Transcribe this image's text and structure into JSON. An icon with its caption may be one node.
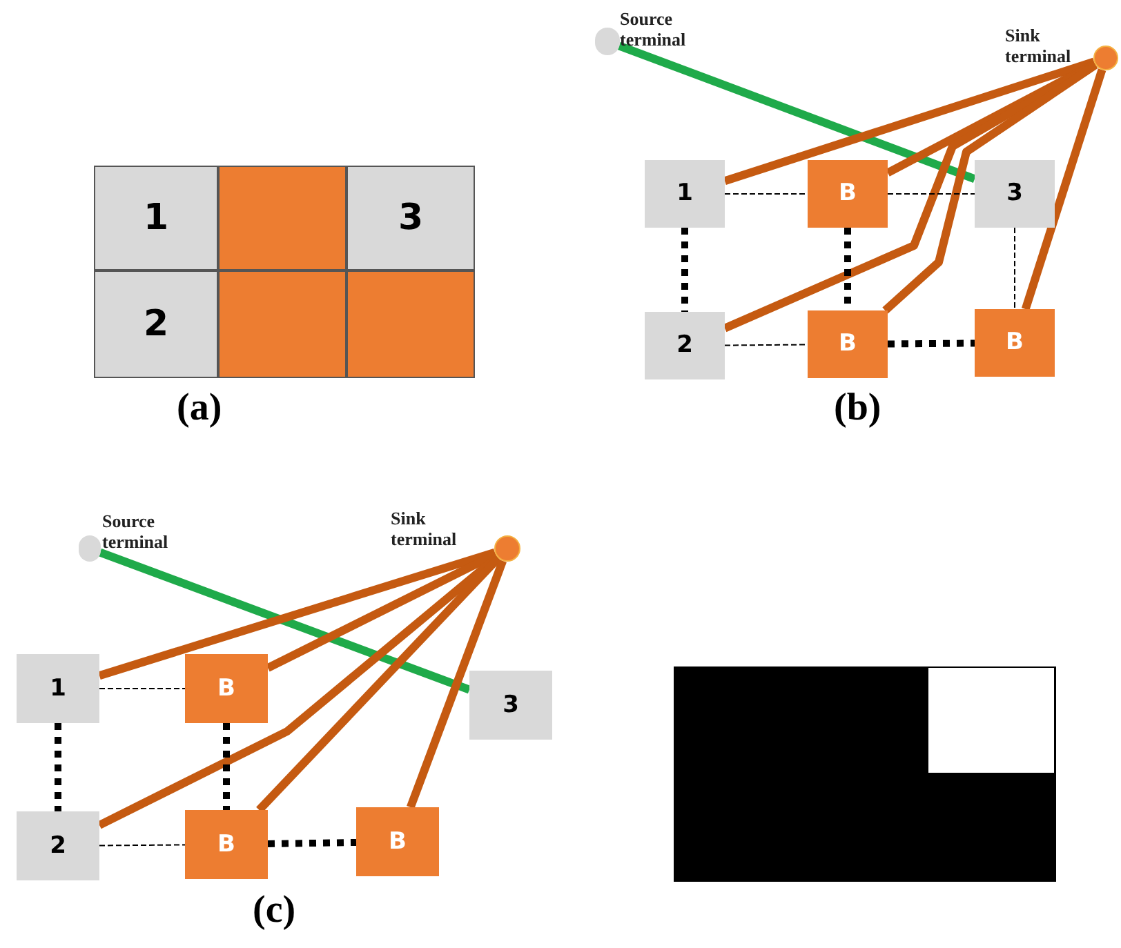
{
  "diagram": {
    "nodes": [
      {
        "text": [
          "1"
        ]
      },
      {
        "text": [],
        "shape": "box"
      },
      {
        "text": [
          "3"
        ]
      },
      {
        "text": [
          "2"
        ]
      },
      {
        "text": [],
        "shape": "box"
      },
      {
        "text": [],
        "shape": "box"
      },
      {
        "text": [],
        "shape": "circle",
        "beside": [
          "Source terminal"
        ]
      },
      {
        "text": [],
        "shape": "circle",
        "beside": [
          "Sink terminal"
        ]
      },
      {
        "text": [
          "1"
        ]
      },
      {
        "text": [
          "B"
        ]
      },
      {
        "text": [
          "3"
        ]
      },
      {
        "text": [
          "2"
        ]
      },
      {
        "text": [
          "B"
        ]
      },
      {
        "text": [
          "B"
        ]
      },
      {
        "text": [],
        "shape": "circle",
        "beside": [
          "Source terminal"
        ]
      },
      {
        "text": [],
        "shape": "circle",
        "beside": [
          "Sink terminal"
        ]
      },
      {
        "text": [
          "1"
        ]
      },
      {
        "text": [
          "B"
        ]
      },
      {
        "text": [
          "3"
        ]
      },
      {
        "text": [
          "2"
        ]
      },
      {
        "text": [
          "B"
        ]
      },
      {
        "text": [
          "B"
        ]
      }
    ],
    "edges": [
      {
        "from": 6,
        "to": 10,
        "arrow": "none",
        "color": "#1faa4a"
      },
      {
        "from": 7,
        "to": 8,
        "arrow": "none",
        "color": "#c55a11"
      },
      {
        "from": 7,
        "to": 9,
        "arrow": "none",
        "color": "#c55a11"
      },
      {
        "from": 7,
        "to": 11,
        "arrow": "none",
        "color": "#c55a11"
      },
      {
        "from": 7,
        "to": 12,
        "arrow": "none",
        "color": "#c55a11"
      },
      {
        "from": 7,
        "to": 13,
        "arrow": "none",
        "color": "#c55a11"
      },
      {
        "from": 8,
        "to": 9,
        "arrow": "none",
        "style": "dashed"
      },
      {
        "from": 9,
        "to": 10,
        "arrow": "none",
        "style": "dashed"
      },
      {
        "from": 10,
        "to": 13,
        "arrow": "none",
        "style": "dashed"
      },
      {
        "from": 11,
        "to": 12,
        "arrow": "none",
        "style": "dashed"
      },
      {
        "from": 8,
        "to": 11,
        "arrow": "none",
        "style": "dashed"
      },
      {
        "from": 9,
        "to": 12,
        "arrow": "none",
        "style": "dashed"
      },
      {
        "from": 12,
        "to": 13,
        "arrow": "none",
        "style": "dashed"
      },
      {
        "from": 14,
        "to": 18,
        "arrow": "none",
        "color": "#1faa4a"
      },
      {
        "from": 15,
        "to": 16,
        "arrow": "none",
        "color": "#c55a11"
      },
      {
        "from": 15,
        "to": 17,
        "arrow": "none",
        "color": "#c55a11"
      },
      {
        "from": 15,
        "to": 19,
        "arrow": "none",
        "color": "#c55a11"
      },
      {
        "from": 15,
        "to": 20,
        "arrow": "none",
        "color": "#c55a11"
      },
      {
        "from": 15,
        "to": 21,
        "arrow": "none",
        "color": "#c55a11"
      },
      {
        "from": 16,
        "to": 17,
        "arrow": "none",
        "style": "dashed"
      },
      {
        "from": 19,
        "to": 20,
        "arrow": "none",
        "style": "dashed"
      },
      {
        "from": 16,
        "to": 19,
        "arrow": "none",
        "style": "dashed"
      },
      {
        "from": 17,
        "to": 20,
        "arrow": "none",
        "style": "dashed"
      },
      {
        "from": 20,
        "to": 21,
        "arrow": "none",
        "style": "dashed"
      }
    ],
    "labels": [
      "(a)",
      "(b)",
      "(c)"
    ]
  }
}
